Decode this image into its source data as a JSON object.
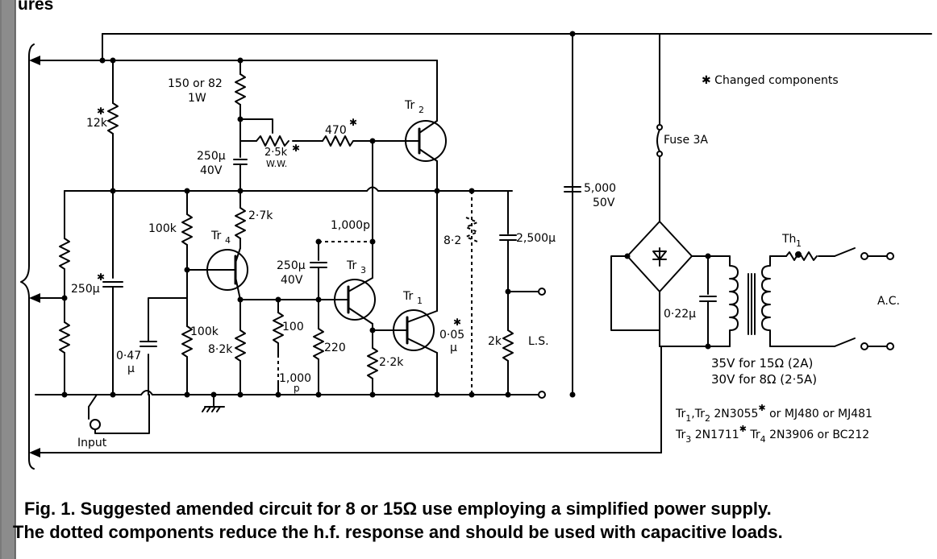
{
  "header": {
    "title": "ures"
  },
  "caption": {
    "line1": "Fig. 1. Suggested amended circuit for 8 or 15Ω use employing a simplified power supply.",
    "line2": "The dotted components reduce the h.f. response and should be used with capacitive loads."
  },
  "labels": {
    "changed_components": "✱ Changed components",
    "r_150_82": "150 or 82",
    "r_150_82_w": "1W",
    "r_12k": "12k",
    "pot_2_5k": "2·5k",
    "pot_ww": "W.W.",
    "r_470": "470",
    "tr2": "Tr",
    "tr2_sub": "2",
    "c_250u_40v_top": "250μ",
    "c_250u_40v_top_v": "40V",
    "r_2_7k": "2·7k",
    "c_5000": "5,000",
    "c_5000_v": "50V",
    "fuse": "Fuse 3A",
    "r_100k_top": "100k",
    "tr4": "Tr",
    "tr4_sub": "4",
    "c_1000p": "1,000p",
    "r_8_2": "8·2",
    "c_2500u": "2,500μ",
    "th1": "Th",
    "th1_sub": "1",
    "c_250u_mid": "250μ",
    "c_250u_40v_mid": "250μ",
    "c_250u_40v_mid_v": "40V",
    "tr3": "Tr",
    "tr3_sub": "3",
    "tr1": "Tr",
    "tr1_sub": "1",
    "r_100": "100",
    "r_100k_bot": "100k",
    "r_8_2k": "8·2k",
    "r_220": "220",
    "r_2_2k": "2·2k",
    "c_0_05": "0·05",
    "c_0_05_u": "μ",
    "r_2k": "2k",
    "ls": "L.S.",
    "c_0_47": "0·47",
    "c_0_47_u": "μ",
    "c_1000_bot": "1,000",
    "c_1000_bot_p": "p",
    "c_0_22": "0·22μ",
    "ac": "A.C.",
    "v_15": "35V for 15Ω (2A)",
    "v_8": "30V for 8Ω (2·5A)",
    "trans_line1_a": "Tr",
    "trans_line1_b": "1",
    "trans_line1_c": ",Tr",
    "trans_line1_d": "2",
    "trans_line1_e": " 2N3055",
    "trans_line1_f": "✱",
    "trans_line1_g": " or MJ480 or MJ481",
    "trans_line2_a": "Tr",
    "trans_line2_b": "3",
    "trans_line2_c": " 2N1711",
    "trans_line2_d": "✱",
    "trans_line2_e": " Tr",
    "trans_line2_f": "4",
    "trans_line2_g": " 2N3906 or BC212",
    "input": "Input",
    "star": "✱"
  }
}
